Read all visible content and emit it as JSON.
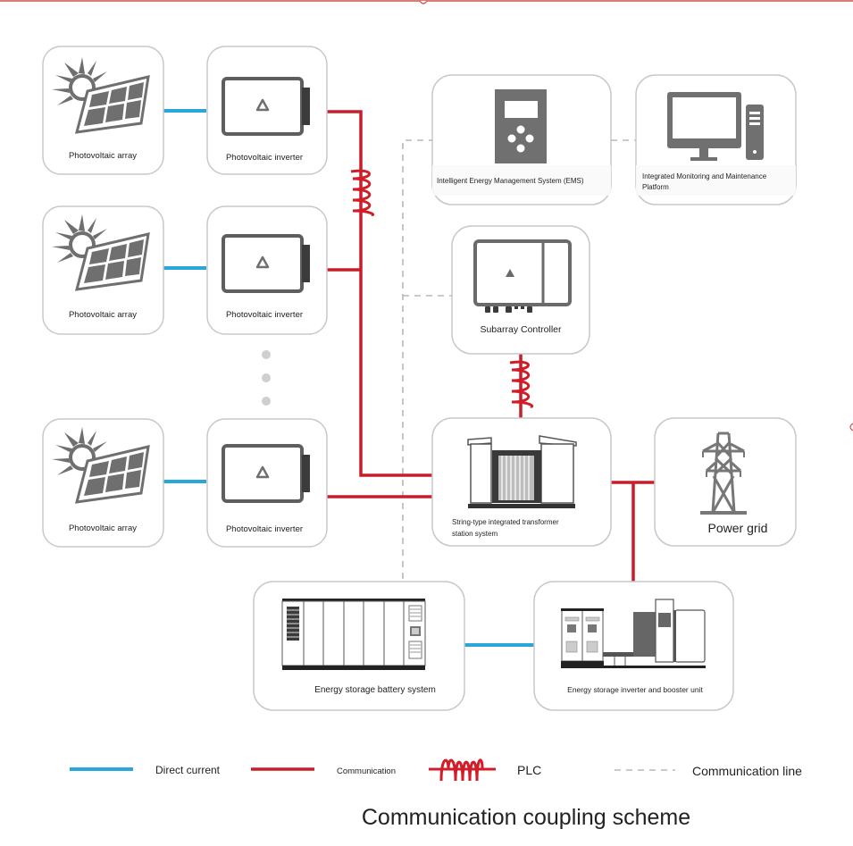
{
  "title": "Communication coupling scheme",
  "colors": {
    "direct_current": "#2aa6d8",
    "communication": "#c81e2a",
    "plc": "#d21c28",
    "communication_line": "#b8b8b8",
    "icon_gray": "#6f6f6f",
    "frame_accent": "#d0504a"
  },
  "nodes": {
    "pv_array_1": {
      "label": "Photovoltaic array",
      "icon": "solar-panel-icon"
    },
    "pv_inverter_1": {
      "label": "Photovoltaic inverter",
      "icon": "inverter-icon"
    },
    "pv_array_2": {
      "label": "Photovoltaic array",
      "icon": "solar-panel-icon"
    },
    "pv_inverter_2": {
      "label": "Photovoltaic inverter",
      "icon": "inverter-icon"
    },
    "pv_array_3": {
      "label": "Photovoltaic array",
      "icon": "solar-panel-icon"
    },
    "pv_inverter_3": {
      "label": "Photovoltaic inverter",
      "icon": "inverter-icon"
    },
    "ems": {
      "label": "Intelligent Energy Management System (EMS)",
      "icon": "controller-device-icon"
    },
    "monitoring": {
      "label_line1": "Integrated Monitoring and Maintenance",
      "label_line2": "Platform",
      "icon": "desktop-computer-icon"
    },
    "subarray_controller": {
      "label": "Subarray Controller",
      "icon": "controller-cabinet-icon"
    },
    "transformer": {
      "label_line1": "String-type integrated transformer",
      "label_line2": "station system",
      "icon": "transformer-station-icon"
    },
    "power_grid": {
      "label": "Power grid",
      "icon": "transmission-tower-icon"
    },
    "battery": {
      "label": "Energy storage battery system",
      "icon": "battery-container-icon"
    },
    "booster": {
      "label": "Energy storage inverter and booster unit",
      "icon": "booster-unit-icon"
    }
  },
  "continuation_marker": "ellipsis-dots",
  "legend": [
    {
      "key": "direct_current",
      "label": "Direct current",
      "style": "solid-blue"
    },
    {
      "key": "communication",
      "label": "Communication",
      "style": "solid-red"
    },
    {
      "key": "plc",
      "label": "PLC",
      "style": "red-coil"
    },
    {
      "key": "communication_line",
      "label": "Communication line",
      "style": "dashed-gray"
    }
  ],
  "edges": [
    {
      "from": "pv_array_1",
      "to": "pv_inverter_1",
      "type": "direct_current"
    },
    {
      "from": "pv_array_2",
      "to": "pv_inverter_2",
      "type": "direct_current"
    },
    {
      "from": "pv_array_3",
      "to": "pv_inverter_3",
      "type": "direct_current"
    },
    {
      "from": "pv_inverter_1",
      "to": "transformer",
      "type": "communication",
      "plc": true
    },
    {
      "from": "pv_inverter_2",
      "to": "transformer",
      "type": "communication"
    },
    {
      "from": "pv_inverter_3",
      "to": "transformer",
      "type": "communication"
    },
    {
      "from": "subarray_controller",
      "to": "transformer",
      "type": "plc"
    },
    {
      "from": "transformer",
      "to": "power_grid",
      "type": "communication"
    },
    {
      "from": "transformer",
      "to": "booster",
      "type": "communication"
    },
    {
      "from": "battery",
      "to": "booster",
      "type": "direct_current"
    },
    {
      "from": "ems",
      "to": "monitoring",
      "type": "communication_line"
    },
    {
      "from": "ems",
      "to": "subarray_controller",
      "type": "communication_line"
    },
    {
      "from": "ems",
      "to": "battery",
      "type": "communication_line"
    }
  ]
}
